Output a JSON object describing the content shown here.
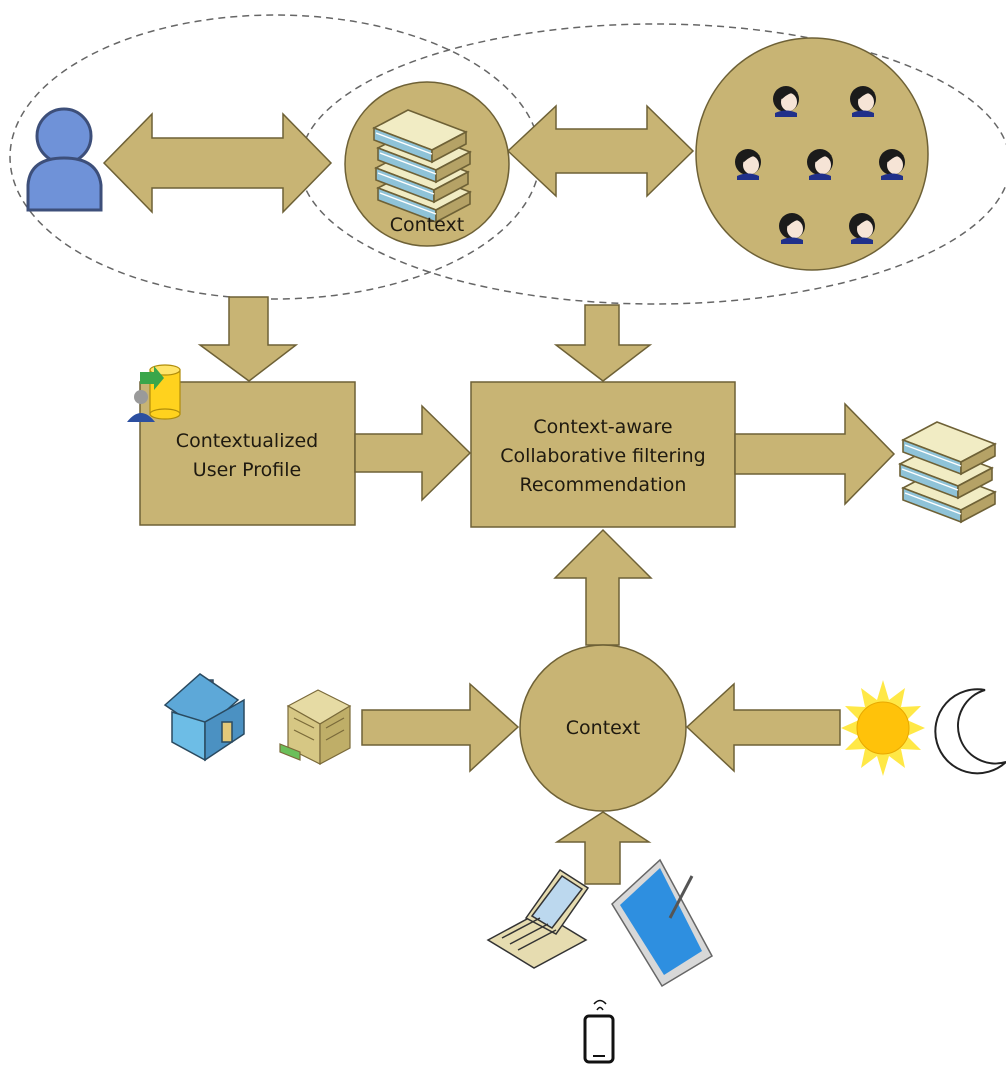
{
  "colors": {
    "fill": "#c8b474",
    "stroke": "#6e6136",
    "dash": "#666666",
    "user_blue": "#6f92d8",
    "book_cream": "#f1ecc4",
    "book_blue": "#8fc3d8",
    "sun": "#ffd21e"
  },
  "icons": {
    "user": "user-icon",
    "books": "books-icon",
    "people": "person-icon",
    "profile": "profile-database-icon",
    "house": "house-icon",
    "office": "office-building-icon",
    "sun": "sun-icon",
    "moon": "moon-icon",
    "laptop": "laptop-icon",
    "tablet": "tablet-icon",
    "phone": "phone-icon"
  },
  "labels": {
    "books_context": "Context",
    "profile_line1": "Contextualized",
    "profile_line2": "User Profile",
    "cf_line1": "Context-aware",
    "cf_line2": "Collaborative filtering",
    "cf_line3": "Recommendation",
    "context_hub": "Context"
  }
}
